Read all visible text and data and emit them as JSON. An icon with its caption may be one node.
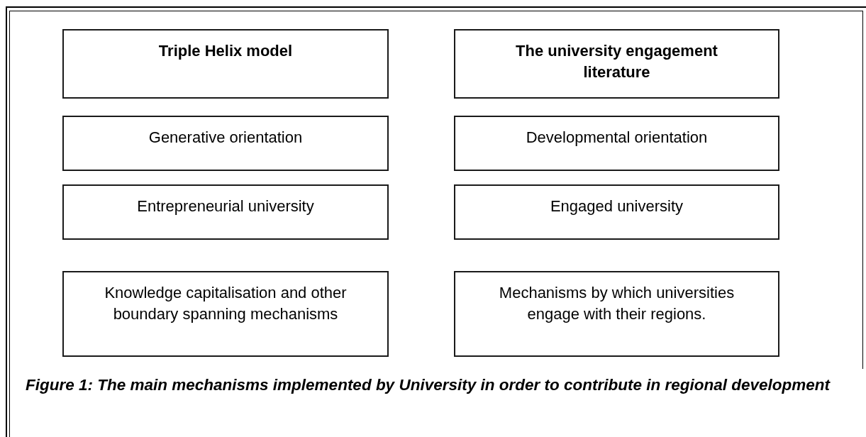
{
  "diagram": {
    "caption": "Figure 1: The main mechanisms implemented by University in order to contribute in regional development",
    "nodes": [
      {
        "text": [
          "Triple Helix model"
        ]
      },
      {
        "text": [
          "The university engagement literature"
        ]
      },
      {
        "text": [
          "Generative orientation"
        ]
      },
      {
        "text": [
          "Developmental orientation"
        ]
      },
      {
        "text": [
          "Entrepreneurial university"
        ]
      },
      {
        "text": [
          "Engaged university"
        ]
      },
      {
        "text": [
          "Knowledge capitalisation and other boundary spanning mechanisms"
        ]
      },
      {
        "text": [
          "Mechanisms by which universities engage with their regions."
        ]
      }
    ]
  }
}
